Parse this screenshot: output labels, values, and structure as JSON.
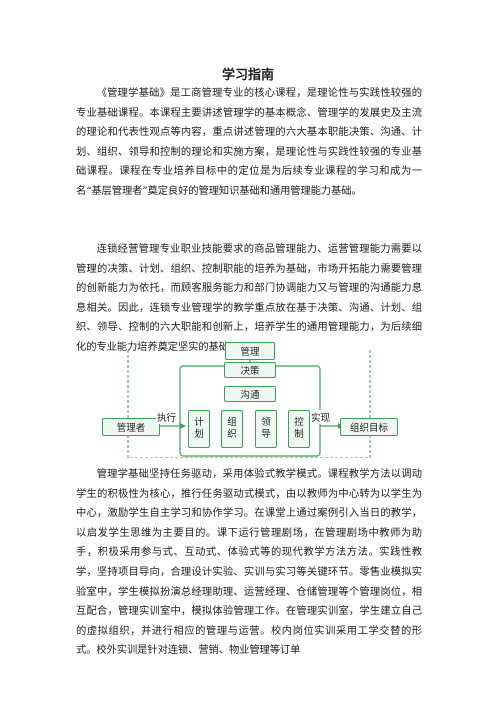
{
  "title": "学习指南",
  "paragraphs": {
    "p1": "《管理学基础》是工商管理专业的核心课程，是理论性与实践性较强的专业基础课程。本课程主要讲述管理学的基本概念、管理学的发展史及主流的理论和代表性观点等内容，重点讲述管理的六大基本职能决策、沟通、计划、组织、领导和控制的理论和实施方案，是理论性与实践性较强的专业基础课程。课程在专业培养目标中的定位是为后续专业课程的学习和成为一名“基层管理者”奠定良好的管理知识基础和通用管理能力基础。",
    "p2": "连锁经营管理专业职业技能要求的商品管理能力、运营管理能力需要以管理的决策、计划、组织、控制职能的培养为基础，市场开拓能力需要管理的创新能力为依托，而顾客服务能力和部门协调能力又与管理的沟通能力息息相关。因此，连锁专业管理学的教学重点放在基于决策、沟通、计划、组织、领导、控制的六大职能和创新上，培养学生的通用管理能力，为后续细化的专业能力培养奠定坚实的基础。",
    "p3": "管理学基础坚持任务驱动，采用体验式教学模式。课程教学方法以调动学生的积极性为核心，推行任务驱动式模式，由以教师为中心转为以学生为中心，激励学生自主学习和协作学习。在课堂上通过案例引入当日的教学，以启发学生思维为主要目的。课下运行管理剧场，在管理剧场中教师为助手，积极采用参与式、互动式、体验式等的现代教学方法方法。实践性教学，坚持项目导向，合理设计实验、实训与实习等关键环节。零售业模拟实验室中，学生模拟扮演总经理助理、运营经理、仓储管理等个管理岗位，相互配合，管理实训室中，模拟体验管理工作。在管理实训室，学生建立自己的虚拟组织，并进行相应的管理与运营。校内岗位实训采用工学交替的形式。校外实训是针对连锁、营销、物业管理等订单"
  },
  "diagram": {
    "management": "管理",
    "decision": "决策",
    "communication": "沟通",
    "manager": "管理者",
    "execute": "执行",
    "realize": "实现",
    "org_goal": "组织目标",
    "functions": [
      [
        "计",
        "划"
      ],
      [
        "组",
        "织"
      ],
      [
        "领",
        "导"
      ],
      [
        "控",
        "制"
      ]
    ]
  },
  "colors": {
    "accent": "#3aa15a",
    "box_fill": "#eef8f0"
  }
}
